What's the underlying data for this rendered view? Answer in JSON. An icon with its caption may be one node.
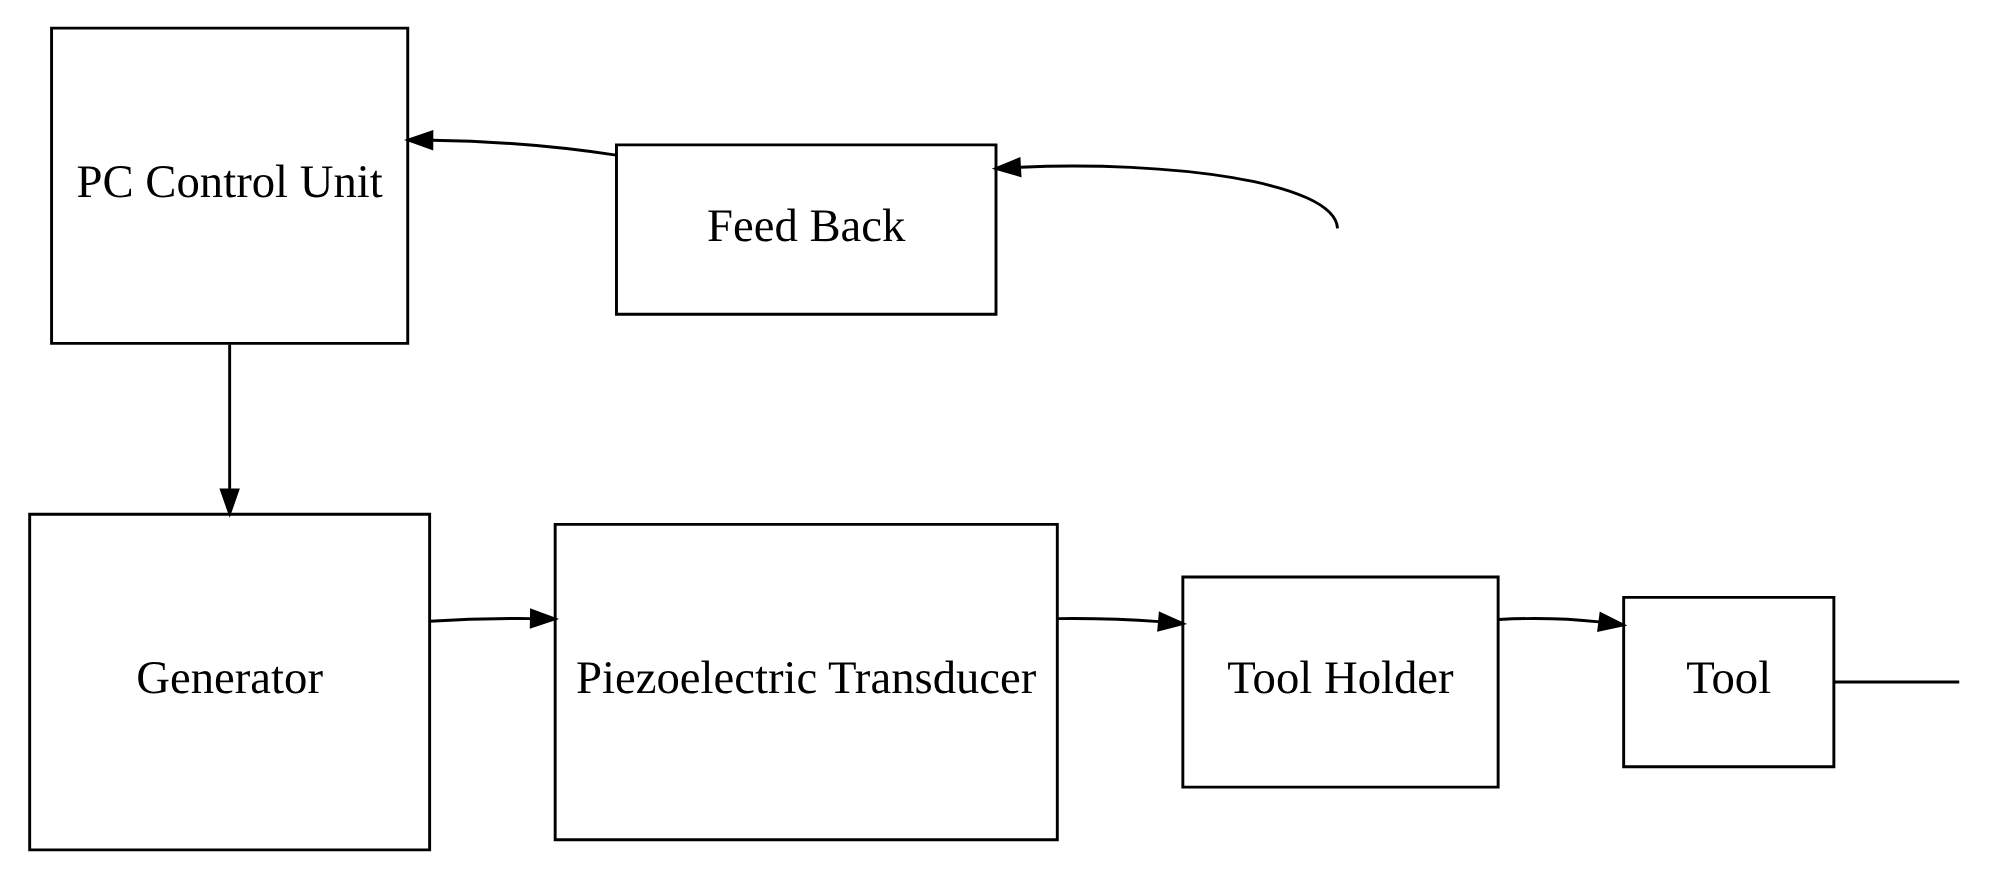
{
  "diagram": {
    "nodes": [
      {
        "text": [
          "PC Control Unit"
        ]
      },
      {
        "text": [
          "Feed Back"
        ]
      },
      {
        "text": [
          "Generator"
        ]
      },
      {
        "text": [
          "Piezoelectric Transducer"
        ]
      },
      {
        "text": [
          "Tool Holder"
        ]
      },
      {
        "text": [
          "Tool"
        ]
      }
    ],
    "edges": [
      {
        "from": null,
        "to": 1,
        "arrow": "to"
      },
      {
        "from": 1,
        "to": 0,
        "arrow": "to"
      },
      {
        "from": 0,
        "to": 2,
        "arrow": "to"
      },
      {
        "from": 2,
        "to": 3,
        "arrow": "to"
      },
      {
        "from": 3,
        "to": 4,
        "arrow": "to"
      },
      {
        "from": 4,
        "to": 5,
        "arrow": "to"
      },
      {
        "from": 5,
        "to": null,
        "arrow": "none"
      }
    ]
  }
}
